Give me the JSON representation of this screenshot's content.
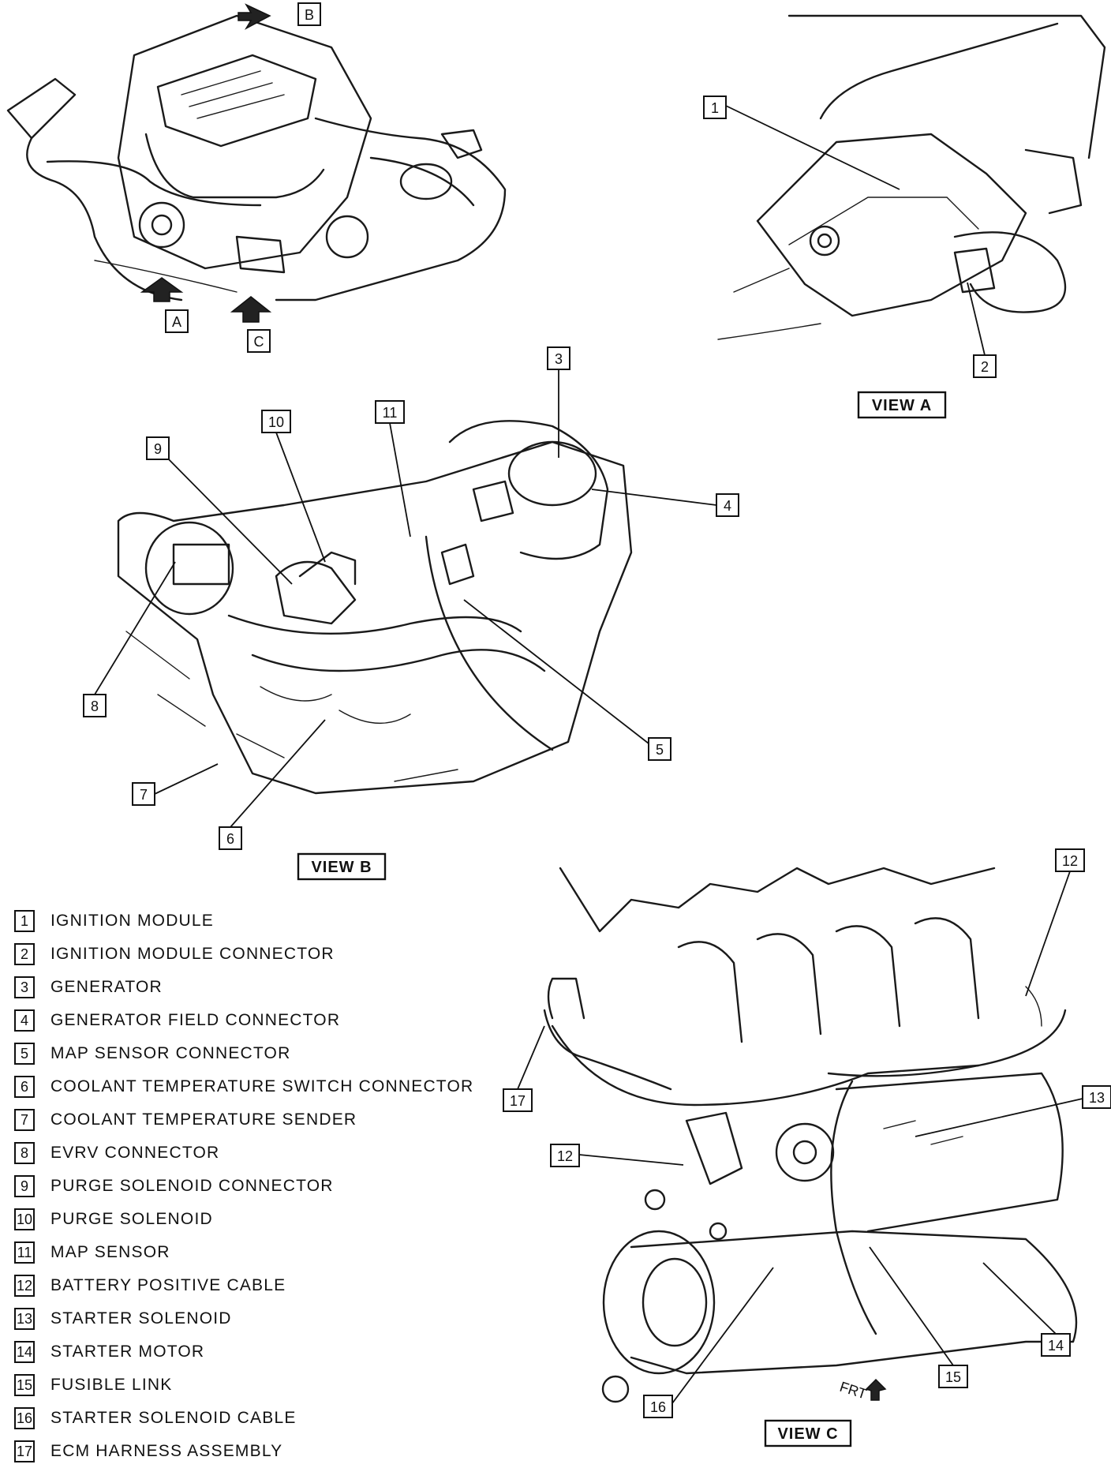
{
  "letter_labels": {
    "a": "A",
    "b": "B",
    "c": "C"
  },
  "view_labels": {
    "a": "VIEW A",
    "b": "VIEW B",
    "c": "VIEW C"
  },
  "direction_label": "FRT",
  "callouts": [
    "1",
    "2",
    "3",
    "4",
    "5",
    "6",
    "7",
    "8",
    "9",
    "10",
    "11",
    "12",
    "13",
    "14",
    "15",
    "16",
    "17"
  ],
  "legend": [
    {
      "num": "1",
      "text": "IGNITION MODULE"
    },
    {
      "num": "2",
      "text": "IGNITION MODULE CONNECTOR"
    },
    {
      "num": "3",
      "text": "GENERATOR"
    },
    {
      "num": "4",
      "text": "GENERATOR FIELD CONNECTOR"
    },
    {
      "num": "5",
      "text": "MAP SENSOR CONNECTOR"
    },
    {
      "num": "6",
      "text": "COOLANT TEMPERATURE SWITCH CONNECTOR"
    },
    {
      "num": "7",
      "text": "COOLANT TEMPERATURE SENDER"
    },
    {
      "num": "8",
      "text": "EVRV CONNECTOR"
    },
    {
      "num": "9",
      "text": "PURGE SOLENOID CONNECTOR"
    },
    {
      "num": "10",
      "text": "PURGE SOLENOID"
    },
    {
      "num": "11",
      "text": "MAP SENSOR"
    },
    {
      "num": "12",
      "text": "BATTERY POSITIVE CABLE"
    },
    {
      "num": "13",
      "text": "STARTER SOLENOID"
    },
    {
      "num": "14",
      "text": "STARTER MOTOR"
    },
    {
      "num": "15",
      "text": "FUSIBLE LINK"
    },
    {
      "num": "16",
      "text": "STARTER SOLENOID CABLE"
    },
    {
      "num": "17",
      "text": "ECM HARNESS ASSEMBLY"
    }
  ]
}
